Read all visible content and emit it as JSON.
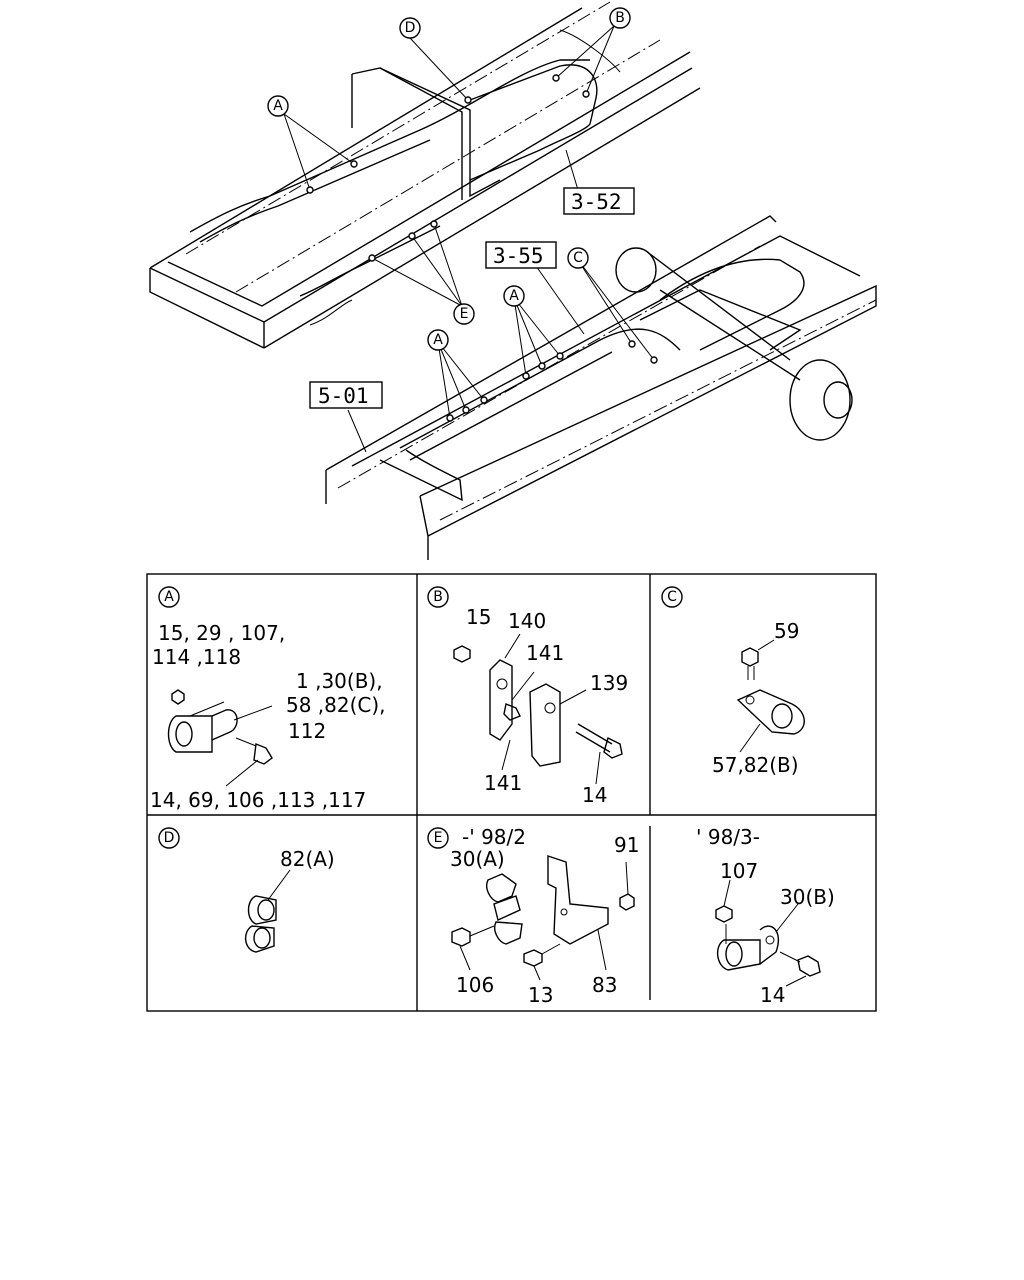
{
  "overview": {
    "callout_letters": {
      "d_top": "D",
      "b_top": "B",
      "a_top": "A",
      "e_mid": "E",
      "c_mid": "C",
      "a_mid": "A",
      "a_low": "A"
    },
    "ref_boxes": {
      "ref_352": "3-52",
      "ref_355": "3-55",
      "ref_501": "5-01"
    }
  },
  "panels": {
    "a": {
      "letter": "A",
      "line1": "15, 29 , 107,",
      "line2": "114 ,118",
      "line3": "1 ,30(B),",
      "line4": "58 ,82(C),",
      "line5": "112",
      "line6": "14, 69, 106 ,113 ,117"
    },
    "b": {
      "letter": "B",
      "p15": "15",
      "p140": "140",
      "p141a": "141",
      "p139": "139",
      "p141b": "141",
      "p14": "14"
    },
    "c": {
      "letter": "C",
      "p59": "59",
      "p5782": "57,82(B)"
    },
    "d": {
      "letter": "D",
      "p82a": "82(A)"
    },
    "e": {
      "letter": "E",
      "period1": "-' 98/2",
      "p30a": "30(A)",
      "p91": "91",
      "p106": "106",
      "p13": "13",
      "p83": "83",
      "period2": "' 98/3-",
      "p107": "107",
      "p30b": "30(B)",
      "p14": "14"
    }
  }
}
